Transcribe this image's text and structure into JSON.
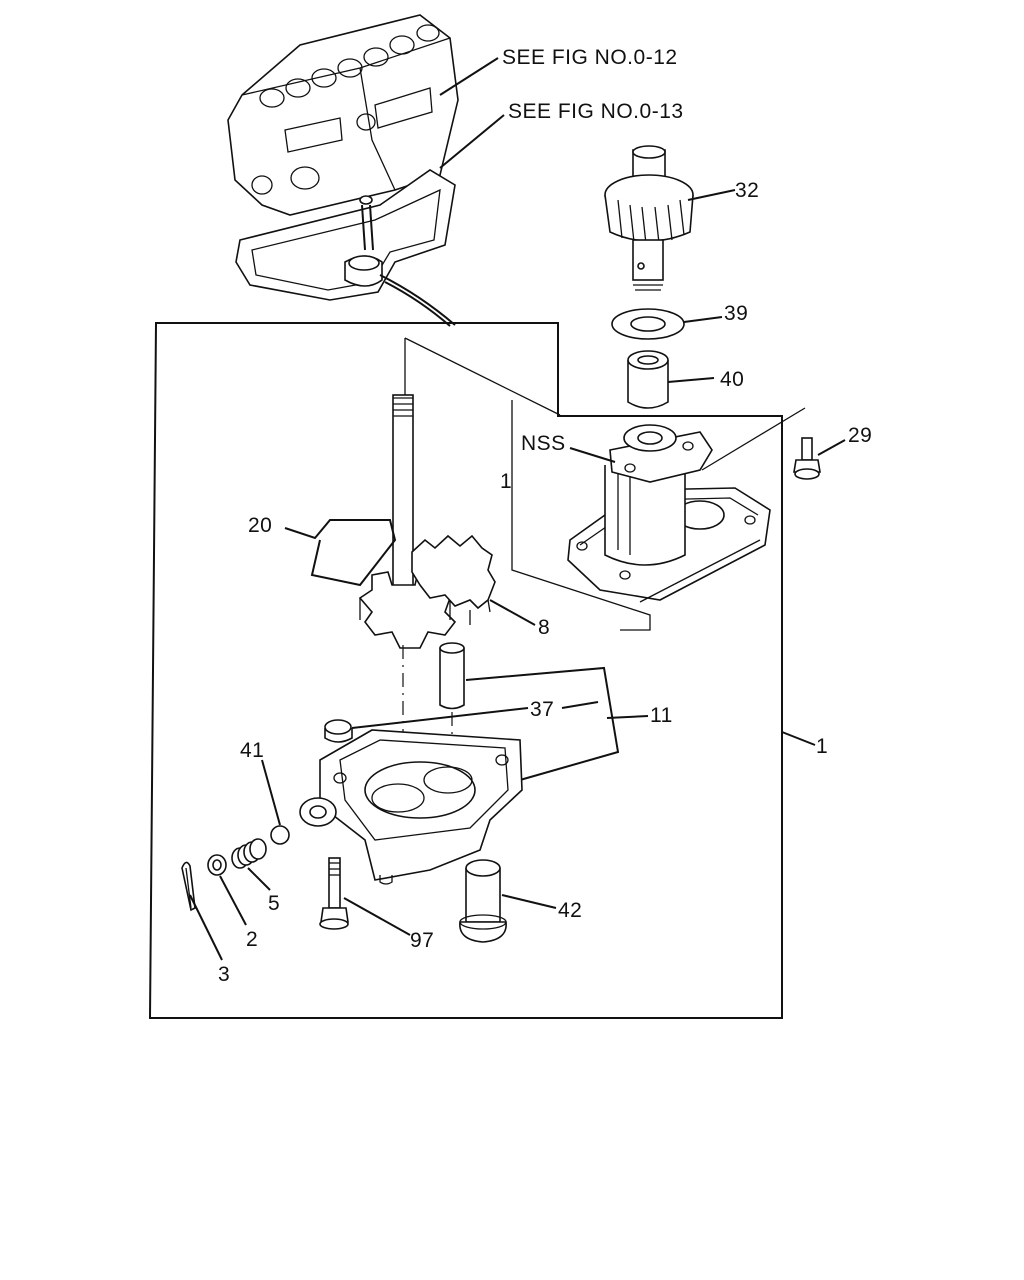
{
  "references": {
    "fig_0_12": "SEE FIG NO.0-12",
    "fig_0_13": "SEE FIG NO.0-13"
  },
  "callouts": {
    "p32": "32",
    "p39": "39",
    "p40": "40",
    "p29": "29",
    "nss": "NSS",
    "p1_inner": "1",
    "p1_outer": "1",
    "p20": "20",
    "p8": "8",
    "p37": "37",
    "p11": "11",
    "p41": "41",
    "p5": "5",
    "p2": "2",
    "p3": "3",
    "p97": "97",
    "p42": "42"
  }
}
